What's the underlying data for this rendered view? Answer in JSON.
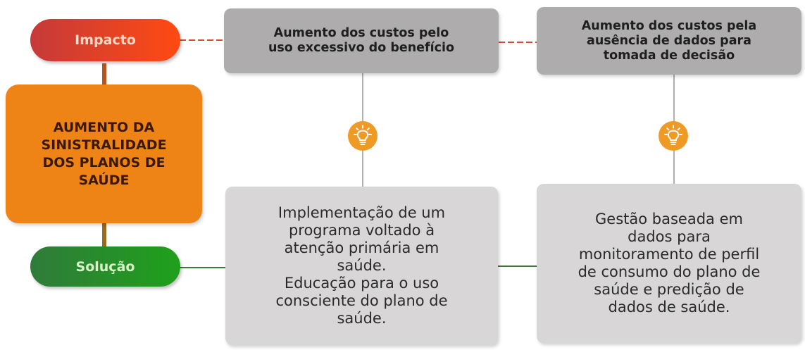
{
  "colors": {
    "impact_gradient": [
      "#c53a3a",
      "#ff4a12"
    ],
    "solution_gradient": [
      "#2f7b3a",
      "#1fa01b"
    ],
    "center_orange": "#ef8416",
    "gray_box": "#aeacac",
    "light_box": "#d8d6d6",
    "bulb_orange": "#f09a26"
  },
  "labels": {
    "impacto": "Impacto",
    "solucao": "Solução"
  },
  "problem": {
    "lines": [
      "AUMENTO DA",
      "SINISTRALIDADE",
      "DOS PLANOS DE",
      "SAÚDE"
    ]
  },
  "impacts": [
    {
      "lines": [
        "Aumento dos custos pelo",
        "uso excessivo do benefício"
      ]
    },
    {
      "lines": [
        "Aumento dos custos pela",
        "ausência de dados para",
        "tomada de decisão"
      ]
    }
  ],
  "solutions": [
    {
      "lines": [
        "Implementação de um",
        "programa voltado à",
        "atenção primária em",
        "saúde.",
        "Educação para o uso",
        "consciente do plano de",
        "saúde."
      ]
    },
    {
      "lines": [
        "Gestão baseada em",
        "dados para",
        "monitoramento de perfil",
        "de consumo do plano de",
        "saúde e predição de",
        "dados de saúde."
      ]
    }
  ],
  "icons": [
    "lightbulb-icon",
    "lightbulb-icon"
  ]
}
